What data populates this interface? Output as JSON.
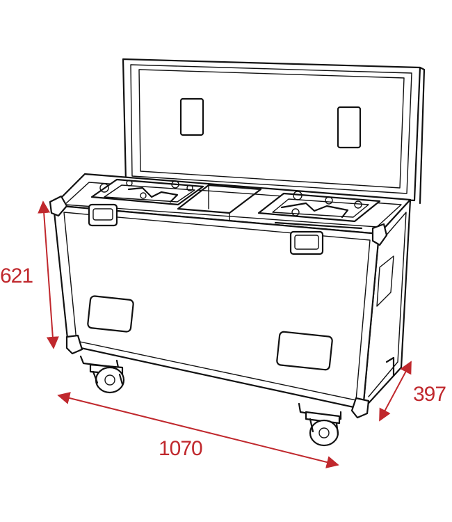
{
  "dimensions": {
    "height": "621",
    "width": "1070",
    "depth": "397"
  },
  "colors": {
    "dimension": "#c0282d",
    "outline": "#111111"
  }
}
